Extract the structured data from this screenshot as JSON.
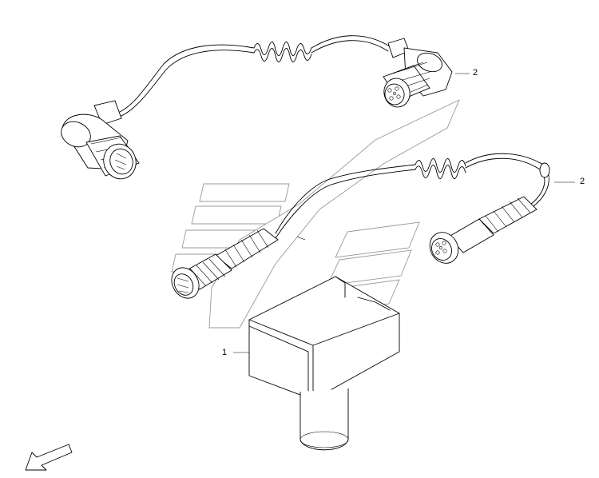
{
  "diagram": {
    "callouts": [
      {
        "id": "callout-2-upper",
        "text": "2"
      },
      {
        "id": "callout-2-lower",
        "text": "2"
      },
      {
        "id": "callout-1",
        "text": "1"
      }
    ]
  },
  "colors": {
    "line": "#000000",
    "watermark": "#9a9a9a",
    "background": "#ffffff"
  },
  "icons": {
    "orientation_arrow": "arrow-down-left-icon"
  }
}
